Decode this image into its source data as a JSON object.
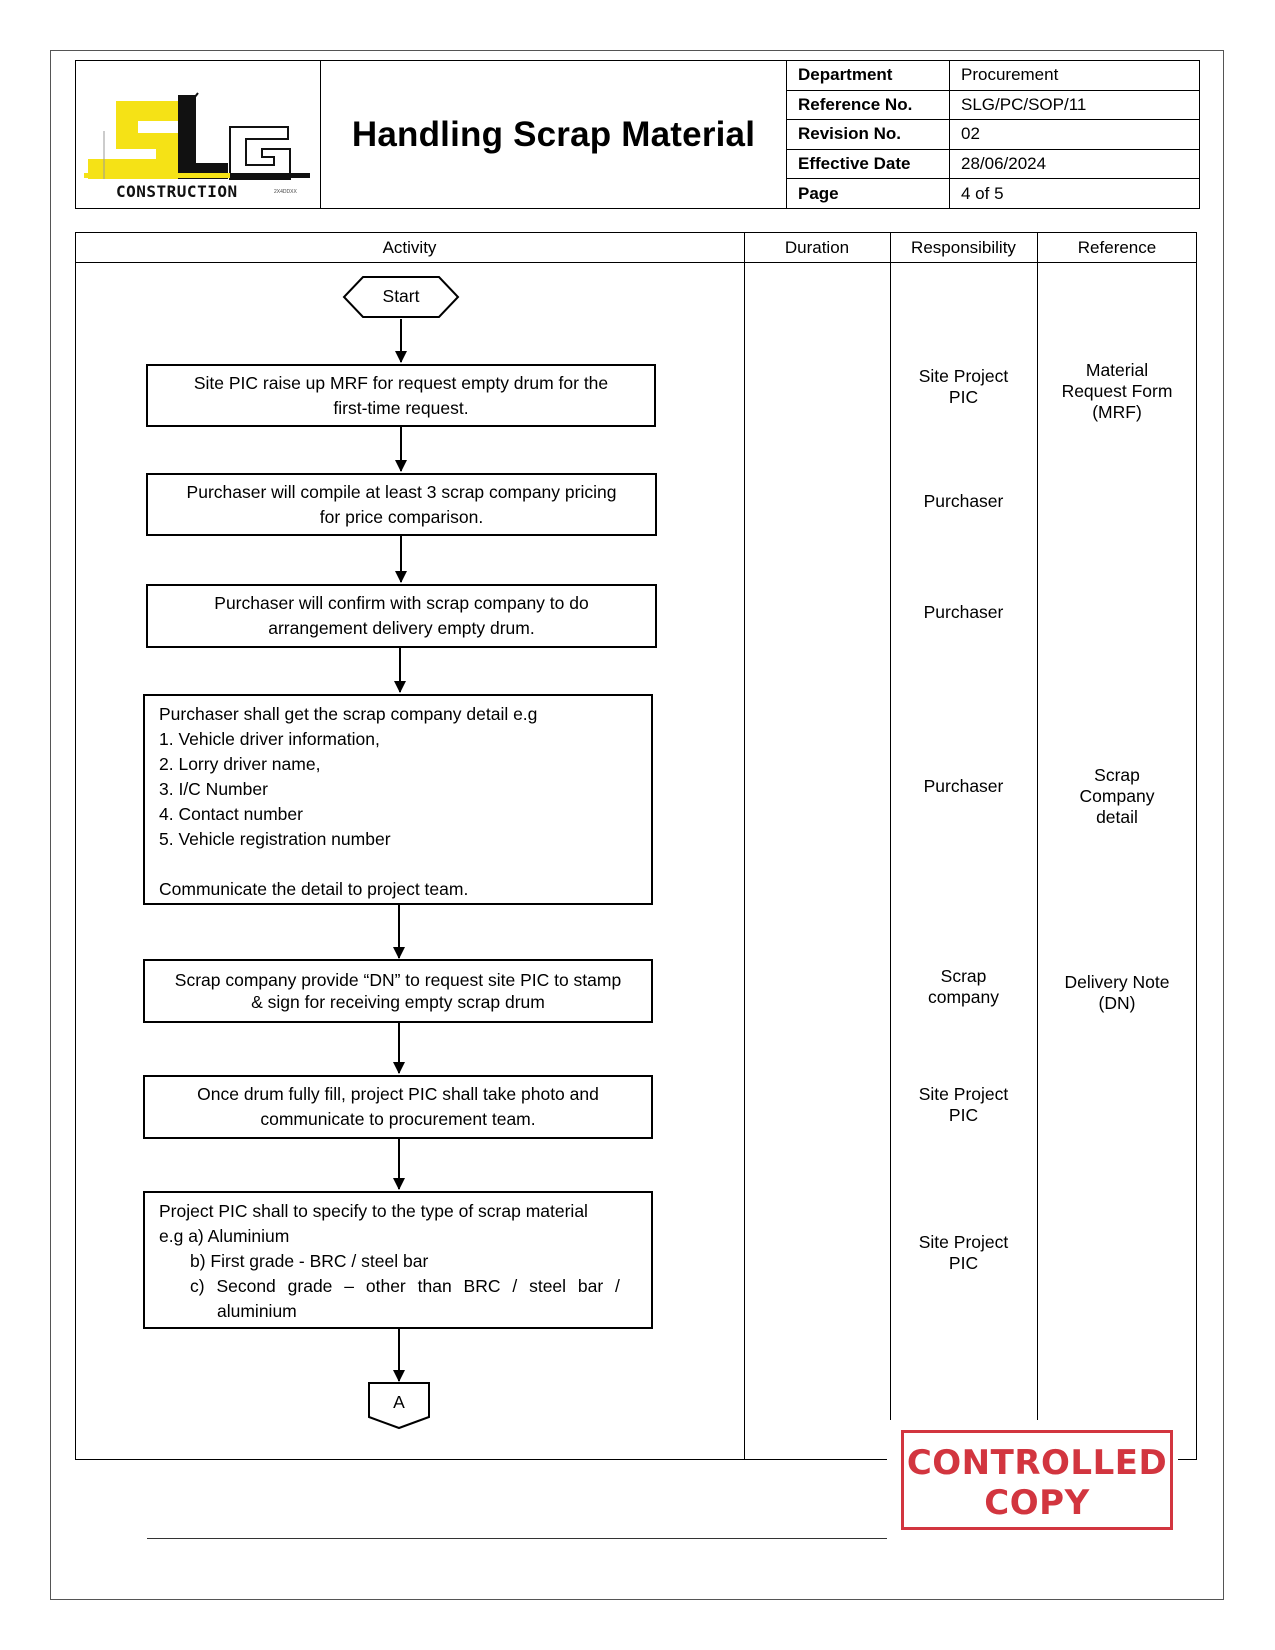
{
  "header": {
    "title": "Handling Scrap Material",
    "logo_text": "CONSTRUCTION",
    "logo_small": "2X4DDXX",
    "info": [
      {
        "key": "Department",
        "value": "Procurement"
      },
      {
        "key": "Reference No.",
        "value": "SLG/PC/SOP/11"
      },
      {
        "key": "Revision No.",
        "value": "02"
      },
      {
        "key": "Effective Date",
        "value": "28/06/2024"
      },
      {
        "key": "Page",
        "value": "4 of 5"
      }
    ]
  },
  "table": {
    "columns": [
      "Activity",
      "Duration",
      "Responsibility",
      "Reference"
    ]
  },
  "flow": {
    "start": "Start",
    "step1": {
      "line1": "Site PIC raise up MRF for request empty drum for the",
      "line2": "first-time request.",
      "responsibility": [
        "Site Project",
        "PIC"
      ],
      "reference": [
        "Material",
        "Request Form",
        "(MRF)"
      ]
    },
    "step2": {
      "line1": "Purchaser will compile at least 3 scrap company pricing",
      "line2": "for price comparison.",
      "responsibility": [
        "Purchaser"
      ]
    },
    "step3": {
      "line1": "Purchaser will confirm with scrap company to do",
      "line2": "arrangement delivery empty drum.",
      "responsibility": [
        "Purchaser"
      ]
    },
    "step4": {
      "intro": "Purchaser shall get the scrap company detail e.g",
      "items": [
        "1. Vehicle driver information,",
        "2. Lorry driver name,",
        "3. I/C Number",
        "4. Contact number",
        "5. Vehicle registration number"
      ],
      "outro": "Communicate the detail to project team.",
      "responsibility": [
        "Purchaser"
      ],
      "reference": [
        "Scrap",
        "Company",
        "detail"
      ]
    },
    "step5": {
      "line1": "Scrap company provide “DN” to request site PIC to stamp",
      "line2": "& sign for receiving empty scrap drum",
      "responsibility": [
        "Scrap",
        "company"
      ],
      "reference": [
        "Delivery Note",
        "(DN)"
      ]
    },
    "step6": {
      "line1": "Once drum fully fill, project PIC shall take photo and",
      "line2": "communicate to procurement team.",
      "responsibility": [
        "Site Project",
        "PIC"
      ]
    },
    "step7": {
      "line1": "Project PIC shall to specify to the type of scrap material",
      "line2": "e.g a) Aluminium",
      "line3": "b) First grade - BRC / steel bar",
      "line4": "c) Second grade – other than BRC / steel bar /",
      "line5": "aluminium",
      "responsibility": [
        "Site Project",
        "PIC"
      ]
    },
    "connector": "A"
  },
  "stamp": {
    "line1": "CONTROLLED",
    "line2": "COPY"
  },
  "colors": {
    "logo_yellow": "#f5e216",
    "stamp_red": "#d2353f"
  }
}
